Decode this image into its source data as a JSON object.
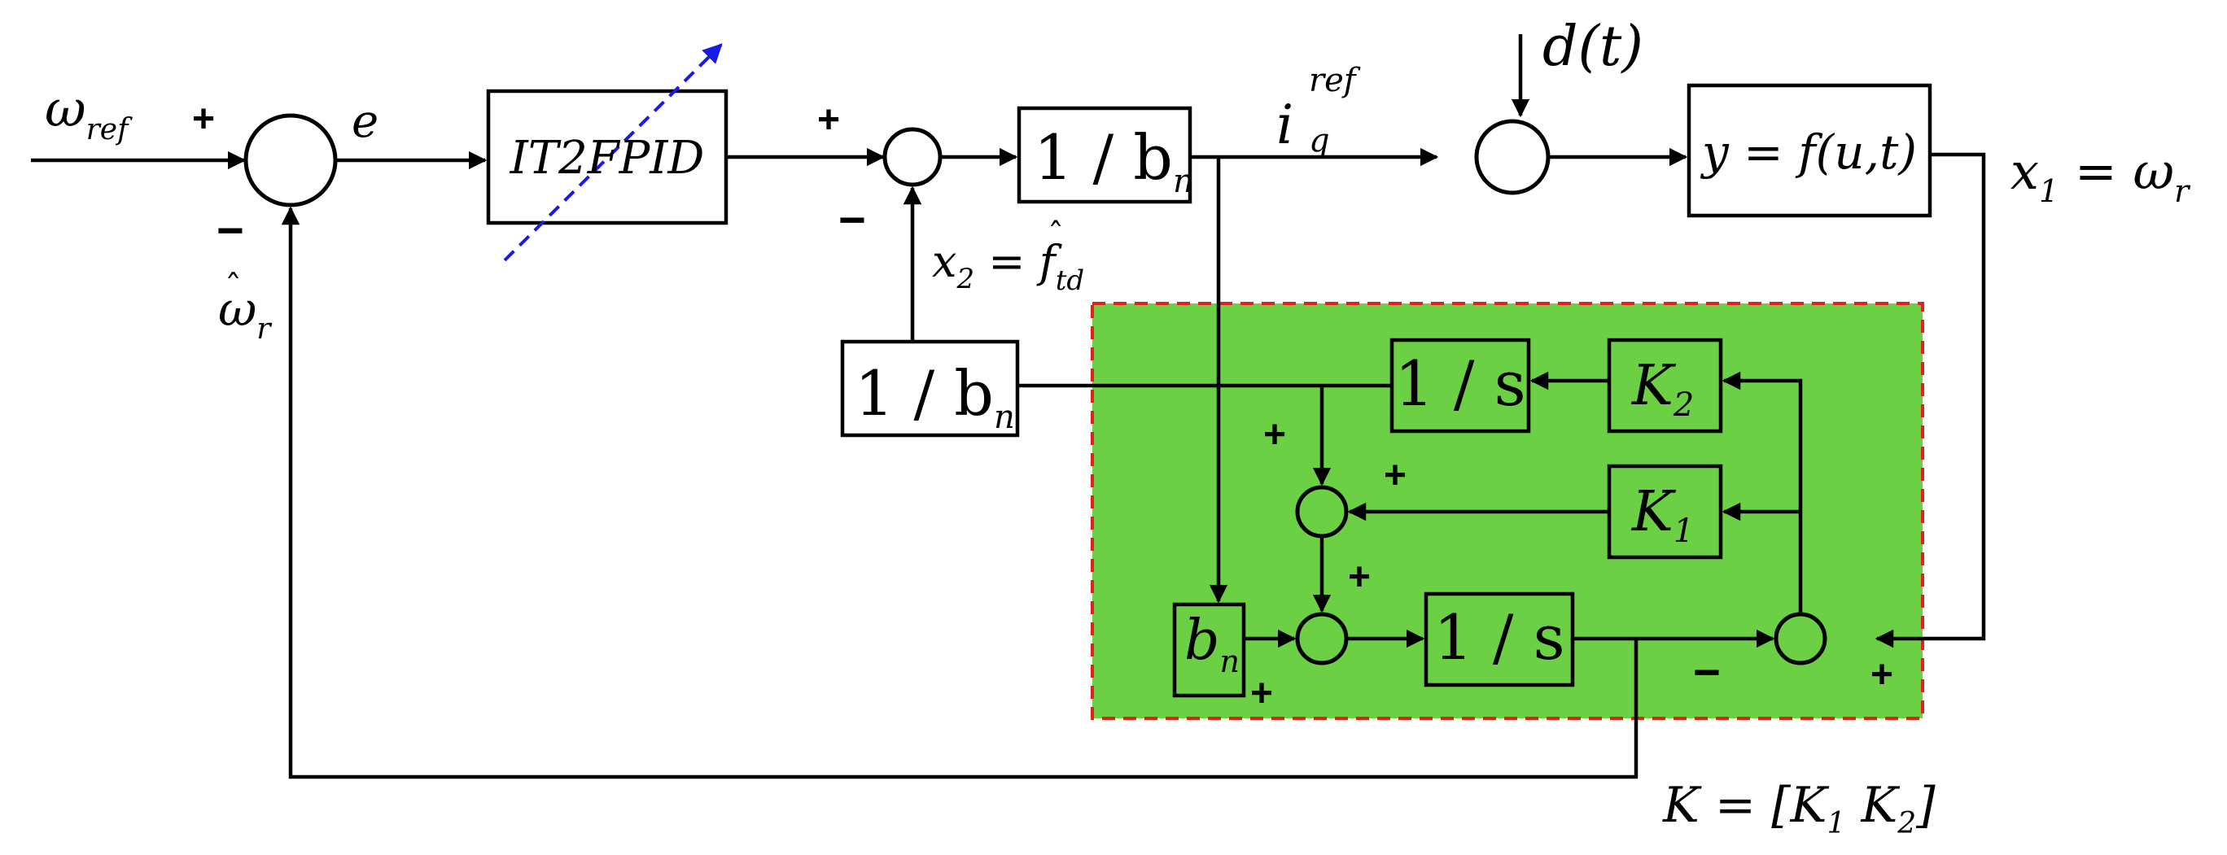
{
  "colors": {
    "observer_fill": "#6bd043",
    "observer_border": "#e0221b",
    "adaptive_arrow": "#1a1ae6",
    "line": "#000000"
  },
  "signals": {
    "omega_ref": {
      "base": "ω",
      "sub": "ref"
    },
    "error": "e",
    "iq_ref": {
      "base": "i",
      "sub": "q",
      "sup": "ref"
    },
    "disturbance": "d(t)",
    "x1": {
      "base": "x",
      "sub": "1",
      "eq": " = ω",
      "sub2": "r"
    },
    "x2": {
      "base": "x",
      "sub": "2",
      "eq": " = ",
      "hat": "f",
      "sub2": "td"
    },
    "omega_hat": {
      "hat": "ω",
      "sub": "r"
    },
    "gain_vector": {
      "text": "K = [K",
      "sub1": "1",
      "mid": " K",
      "sub2": "2",
      "end": "]"
    }
  },
  "blocks": {
    "controller": "IT2FPID",
    "inv_bn_main": {
      "text": "1 / b",
      "sub": "n"
    },
    "plant": "y = f(u,t)",
    "inv_bn_feedback": {
      "text": "1 / b",
      "sub": "n"
    },
    "integrator_top": "1 / s",
    "k2": {
      "base": "K",
      "sub": "2"
    },
    "k1": {
      "base": "K",
      "sub": "1"
    },
    "bn": {
      "base": "b",
      "sub": "n"
    },
    "integrator_bottom": "1 / s"
  },
  "signs": {
    "plus": "+",
    "minus": "−"
  }
}
